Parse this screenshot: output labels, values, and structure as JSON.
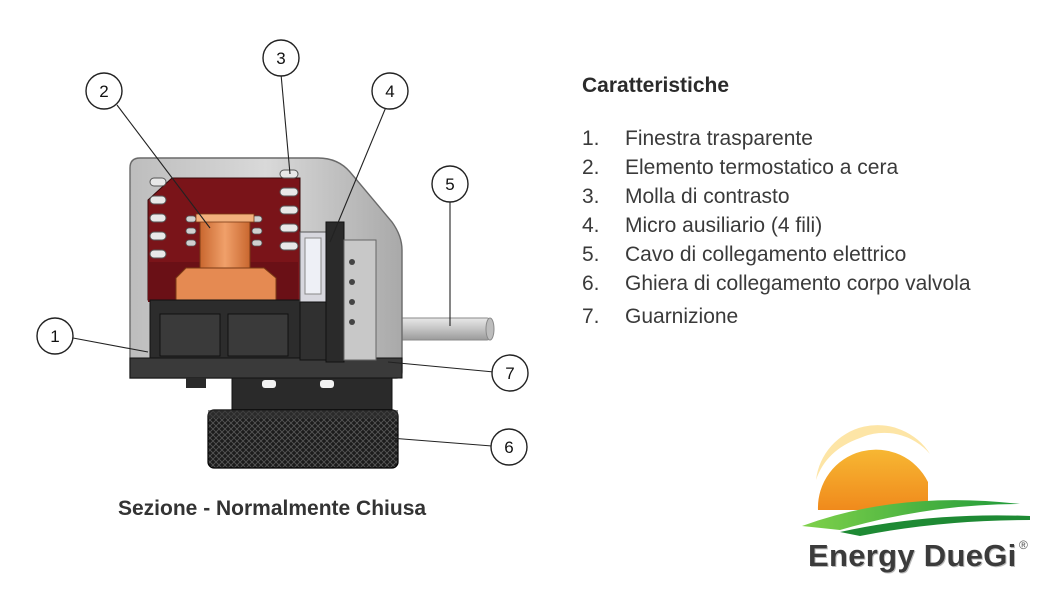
{
  "diagram": {
    "caption": "Sezione - Normalmente Chiusa",
    "callouts": [
      {
        "id": "1",
        "label": "1"
      },
      {
        "id": "2",
        "label": "2"
      },
      {
        "id": "3",
        "label": "3"
      },
      {
        "id": "4",
        "label": "4"
      },
      {
        "id": "5",
        "label": "5"
      },
      {
        "id": "6",
        "label": "6"
      },
      {
        "id": "7",
        "label": "7"
      }
    ]
  },
  "features": {
    "title": "Caratteristiche",
    "items": [
      {
        "num": "1.",
        "text": "Finestra trasparente"
      },
      {
        "num": "2.",
        "text": "Elemento termostatico a cera"
      },
      {
        "num": "3.",
        "text": "Molla di contrasto"
      },
      {
        "num": "4.",
        "text": "Micro ausiliario (4 fili)"
      },
      {
        "num": "5.",
        "text": "Cavo di collegamento elettrico"
      },
      {
        "num": "6.",
        "text": "Ghiera di collegamento corpo valvola"
      },
      {
        "num": "7.",
        "text": "Guarnizione"
      }
    ]
  },
  "logo": {
    "brand": "Energy DueGi",
    "registered": "®",
    "colors": {
      "sun": "#f5a623",
      "field": "#3cb54a",
      "text": "#3b3b3b"
    }
  },
  "colors": {
    "housing_red": "#7a1419",
    "wax_element": "#e0824a",
    "body_dark": "#2a2a2a",
    "housing_grey": "#c8c8c8"
  }
}
